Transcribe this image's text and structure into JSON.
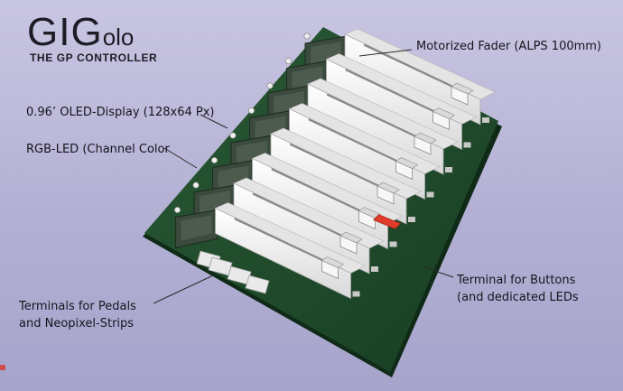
{
  "logo": {
    "main": "GIG",
    "sub": "olo",
    "tagline": "THE GP CONTROLLER"
  },
  "labels": {
    "fader": "Motorized Fader (ALPS 100mm)",
    "oled": "0.96’ OLED-Display (128x64 Px)",
    "rgb_led": "RGB-LED (Channel Color",
    "buttons_line1": "Terminal for Buttons",
    "buttons_line2": "(and dedicated LEDs",
    "pedals_line1": "Terminals for Pedals",
    "pedals_line2": "and Neopixel-Strips"
  },
  "colors": {
    "pcb": "#1f4a2a",
    "fader_body": "#f2f2f2",
    "display_module": "#3a4a3c",
    "highlight_cap": "#e03a2a",
    "text": "#15151d"
  },
  "channels": 8
}
